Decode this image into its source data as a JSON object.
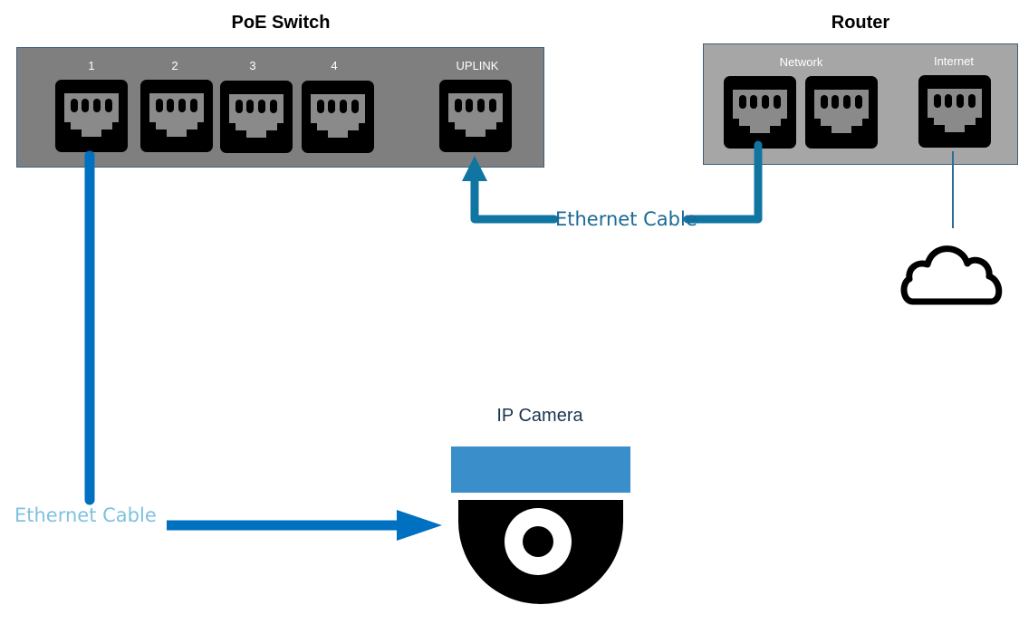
{
  "switch": {
    "title": "PoE Switch",
    "ports": [
      {
        "label": "1"
      },
      {
        "label": "2"
      },
      {
        "label": "3"
      },
      {
        "label": "4"
      }
    ],
    "uplink_label": "UPLINK",
    "body_color": "#7f7f7f"
  },
  "router": {
    "title": "Router",
    "network_label": "Network",
    "internet_label": "Internet",
    "body_color": "#a6a6a6"
  },
  "camera": {
    "title": "IP Camera",
    "mount_color": "#3a8fca",
    "dome_color": "#000000"
  },
  "cables": {
    "switch_to_camera": {
      "label": "Ethernet Cable",
      "color": "#0070c0",
      "label_color": "#7fc1e0"
    },
    "router_to_uplink": {
      "label": "Ethernet Cable",
      "color": "#1175a1",
      "label_color": "#1a6a96"
    },
    "internet_line_color": "#2a6e96"
  },
  "icons": {
    "port": "rj45-port-icon",
    "cloud": "cloud-icon",
    "camera": "dome-camera-icon"
  }
}
